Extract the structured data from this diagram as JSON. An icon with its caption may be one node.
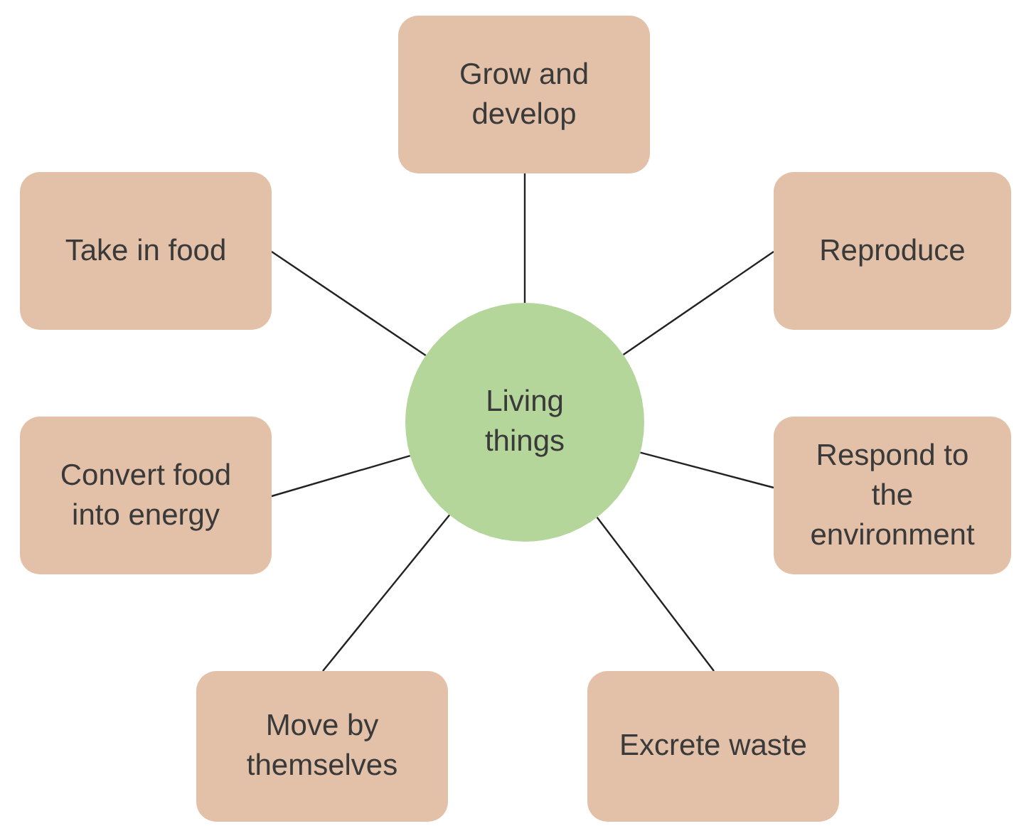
{
  "diagram": {
    "nodes": [
      {
        "text": [
          "Living things"
        ]
      },
      {
        "text": [
          "Grow and develop"
        ]
      },
      {
        "text": [
          "Take in food"
        ]
      },
      {
        "text": [
          "Reproduce"
        ]
      },
      {
        "text": [
          "Convert food into energy"
        ]
      },
      {
        "text": [
          "Respond to the environment"
        ]
      },
      {
        "text": [
          "Move by themselves"
        ]
      },
      {
        "text": [
          "Excrete waste"
        ]
      }
    ],
    "edges": [
      {
        "from": 0,
        "to": 1,
        "arrow": "none"
      },
      {
        "from": 0,
        "to": 2,
        "arrow": "none"
      },
      {
        "from": 0,
        "to": 3,
        "arrow": "none"
      },
      {
        "from": 0,
        "to": 4,
        "arrow": "none"
      },
      {
        "from": 0,
        "to": 5,
        "arrow": "none"
      },
      {
        "from": 0,
        "to": 6,
        "arrow": "none"
      },
      {
        "from": 0,
        "to": 7,
        "arrow": "none"
      }
    ]
  }
}
